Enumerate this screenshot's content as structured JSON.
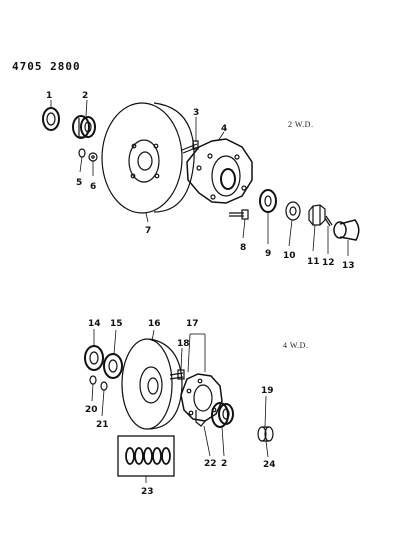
{
  "header": {
    "catalog_code": "4705 2800"
  },
  "sections": {
    "two_wd": {
      "label": "2 W.D."
    },
    "four_wd": {
      "label": "4 W.D."
    }
  },
  "callouts": {
    "c1": "1",
    "c2": "2",
    "c3": "3",
    "c4": "4",
    "c5": "5",
    "c6": "6",
    "c7": "7",
    "c8": "8",
    "c9": "9",
    "c10": "10",
    "c11": "11",
    "c12": "12",
    "c13": "13",
    "c14": "14",
    "c15": "15",
    "c16": "16",
    "c17": "17",
    "c18": "18",
    "c19": "19",
    "c20": "20",
    "c21": "21",
    "c22": "22",
    "c2b": "2",
    "c23": "23",
    "c24": "24"
  }
}
